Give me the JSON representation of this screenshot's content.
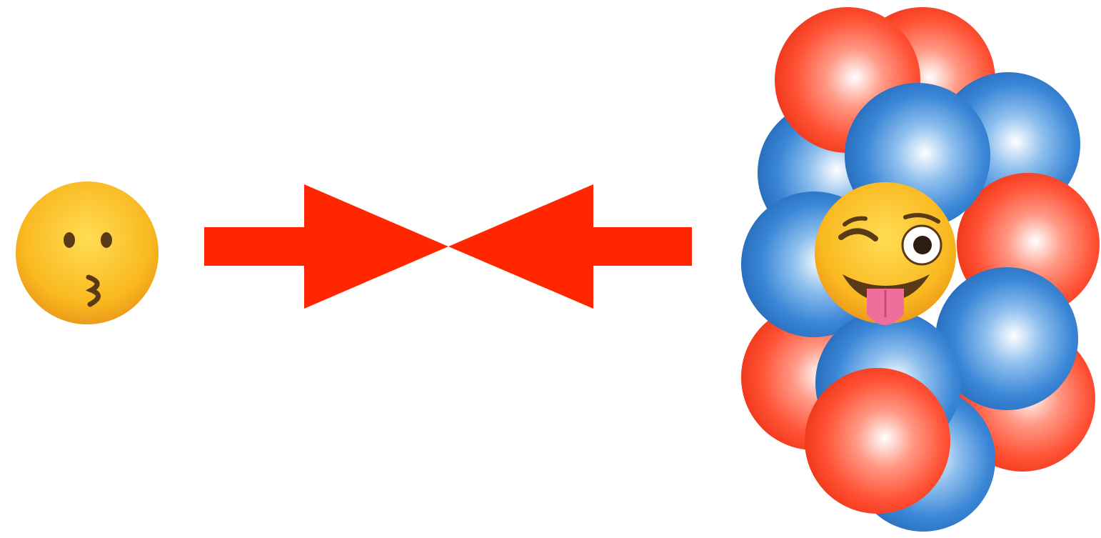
{
  "colors": {
    "background": "#ffffff",
    "arrow": "#ff2600",
    "proton": "#ff4a2e",
    "neutron": "#2f7fd6",
    "emoji_face": "#f8b21c"
  },
  "left_emoji": {
    "icon": "kissing-face-emoji-icon"
  },
  "arrows": {
    "icon": "two-opposing-arrows-icon",
    "count": 2
  },
  "nucleus": {
    "icon": "atomic-nucleus-icon",
    "sphere_colors": [
      "proton",
      "neutron"
    ],
    "center_emoji": "winking-face-with-tongue-emoji-icon"
  }
}
